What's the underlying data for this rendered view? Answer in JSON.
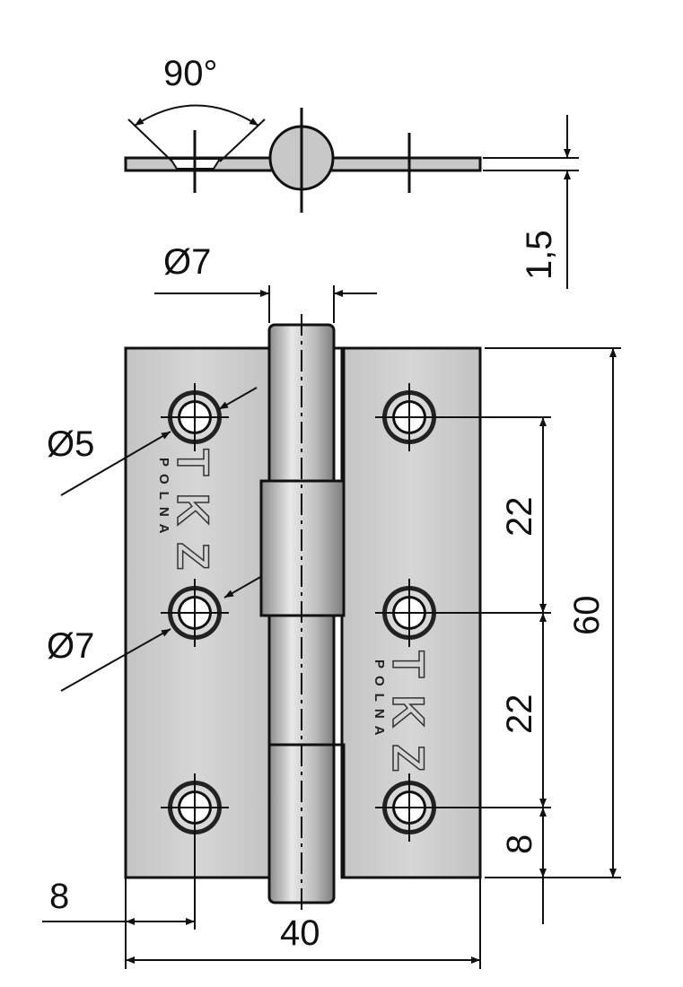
{
  "drawing": {
    "subject": "",
    "dimensions": {
      "angle": "90°",
      "thickness": "1,5",
      "pin_diameter": "Ø7",
      "hole_inner": "Ø5",
      "hole_countersink": "Ø7",
      "hole_spacing_1": "22",
      "hole_spacing_2": "22",
      "height": "60",
      "edge_offset_vertical": "8",
      "edge_offset_horizontal": "8",
      "width": "40"
    },
    "logo": {
      "main": "TKZ",
      "sub": "POLNA"
    },
    "colors": {
      "plate": "#c8c8c8",
      "line": "#111111"
    }
  }
}
